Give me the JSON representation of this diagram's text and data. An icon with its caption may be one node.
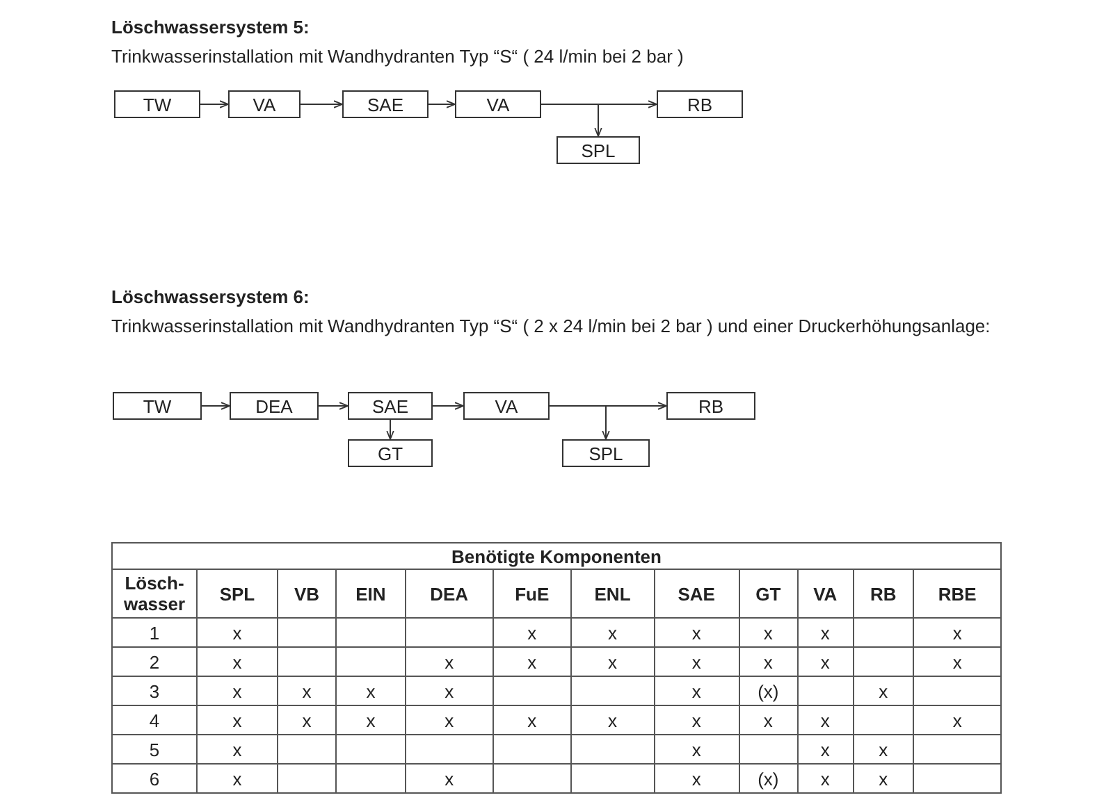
{
  "diagram": {
    "nodes": [
      {
        "text": [
          "TW"
        ]
      },
      {
        "text": [
          "VA"
        ]
      },
      {
        "text": [
          "SAE"
        ]
      },
      {
        "text": [
          "VA"
        ]
      },
      {
        "text": [
          "RB"
        ]
      },
      {
        "text": [
          "SPL"
        ]
      },
      {
        "text": [
          "TW"
        ]
      },
      {
        "text": [
          "DEA"
        ]
      },
      {
        "text": [
          "SAE"
        ]
      },
      {
        "text": [
          "VA"
        ]
      },
      {
        "text": [
          "RB"
        ]
      },
      {
        "text": [
          "GT"
        ]
      },
      {
        "text": [
          "SPL"
        ]
      }
    ],
    "edges": [
      {
        "from": 0,
        "to": 1,
        "arrow": "to"
      },
      {
        "from": 1,
        "to": 2,
        "arrow": "to"
      },
      {
        "from": 2,
        "to": 3,
        "arrow": "to"
      },
      {
        "from": 3,
        "to": 4,
        "arrow": "to"
      },
      {
        "from": 3,
        "to": 5,
        "arrow": "to"
      },
      {
        "from": 6,
        "to": 7,
        "arrow": "to"
      },
      {
        "from": 7,
        "to": 8,
        "arrow": "to"
      },
      {
        "from": 8,
        "to": 9,
        "arrow": "to"
      },
      {
        "from": 9,
        "to": 10,
        "arrow": "to"
      },
      {
        "from": 8,
        "to": 11,
        "arrow": "to"
      },
      {
        "from": 9,
        "to": 12,
        "arrow": "to"
      }
    ],
    "labels": [
      "Löschwassersystem 5:",
      "Trinkwasserinstallation mit Wandhydranten Typ “S“ ( 24 l/min bei 2 bar )",
      "Löschwassersystem 6:",
      "Trinkwasserinstallation mit Wandhydranten Typ “S“ ( 2 x 24 l/min bei 2 bar ) und einer Druckerhöhungsanlage:",
      "Benötigte Komponenten",
      "Lösch- wasser",
      "SPL",
      "VB",
      "EIN",
      "DEA",
      "FuE",
      "ENL",
      "SAE",
      "GT",
      "VA",
      "RB",
      "RBE",
      "1",
      "x",
      "x",
      "x",
      "x",
      "x",
      "x",
      "x",
      "2",
      "x",
      "x",
      "x",
      "x",
      "x",
      "x",
      "x",
      "x",
      "3",
      "x",
      "x",
      "x",
      "x",
      "x",
      "(x)",
      "x",
      "4",
      "x",
      "x",
      "x",
      "x",
      "x",
      "x",
      "x",
      "x",
      "x",
      "x",
      "5",
      "x",
      "x",
      "x",
      "x",
      "6",
      "x",
      "x",
      "x",
      "(x)",
      "x",
      "x"
    ]
  }
}
